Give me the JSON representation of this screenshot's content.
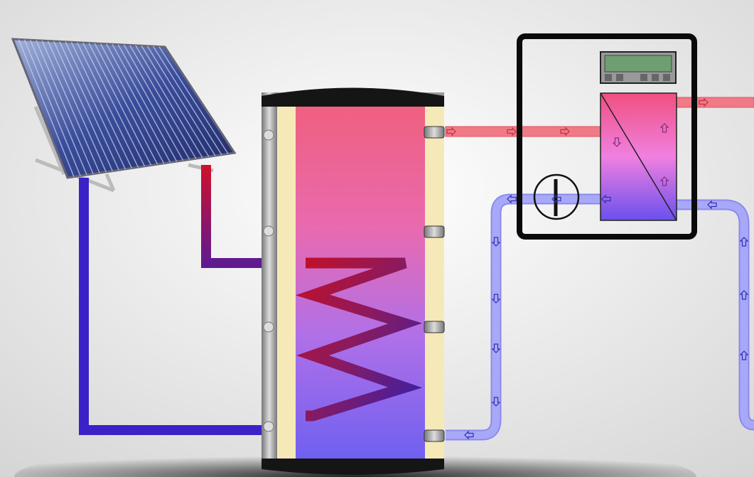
{
  "diagram": {
    "components": [
      "solar-collector",
      "storage-tank",
      "heating-coil",
      "controller",
      "display",
      "heat-exchanger",
      "pump"
    ],
    "colors": {
      "hot": "#e8303c",
      "cold": "#3a2ce0",
      "insulation": "#f6e9b8",
      "frame": "#111111",
      "display": "#6e9e72"
    },
    "flow_icons": [
      "arrow-right-icon",
      "arrow-left-icon",
      "arrow-up-icon",
      "arrow-down-icon"
    ]
  }
}
